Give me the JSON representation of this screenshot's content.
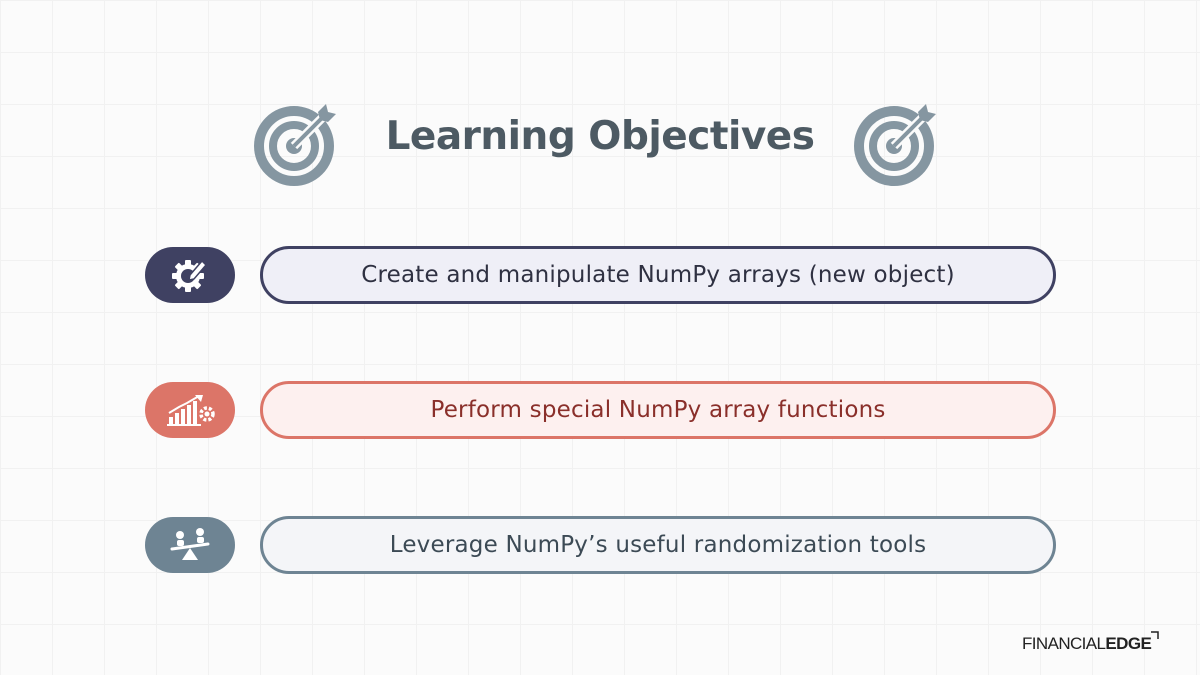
{
  "header": {
    "title": "Learning Objectives",
    "icons": [
      "target-icon",
      "target-icon"
    ]
  },
  "objectives": [
    {
      "icon": "gear-pencil-icon",
      "text": "Create and manipulate NumPy arrays (new object)",
      "color": "#3f4162"
    },
    {
      "icon": "growth-chart-gear-icon",
      "text": "Perform special NumPy array functions",
      "color": "#dc7568"
    },
    {
      "icon": "balance-seesaw-icon",
      "text": "Leverage NumPy’s useful randomization tools",
      "color": "#6e8493"
    }
  ],
  "footer": {
    "brand_part1": "FINANCIAL",
    "brand_part2": "EDGE"
  }
}
